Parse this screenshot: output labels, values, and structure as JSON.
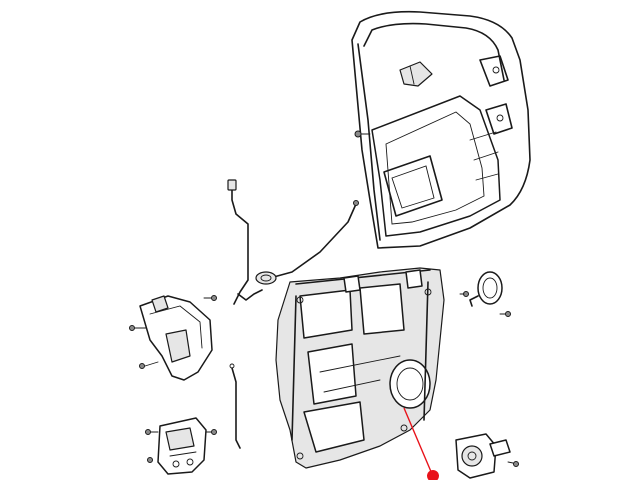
{
  "diagram": {
    "callout_color": "#e8121a",
    "line_color": "#1a1a1a",
    "part_fill": "#e6e6e6",
    "parts": [
      "door-shell",
      "door-module-carrier",
      "window-regulator-motor",
      "door-latch",
      "outside-handle-bracket",
      "latch-rod",
      "lock-rod",
      "speaker-grommet",
      "fastener-bolts"
    ]
  }
}
